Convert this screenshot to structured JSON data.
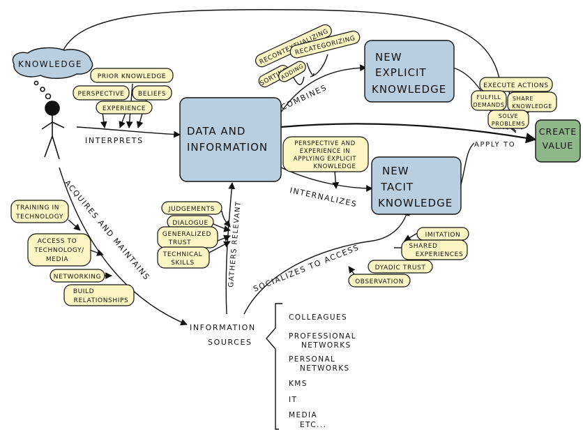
{
  "colors": {
    "blue_box": "#b9cfe0",
    "green_box": "#8fb88a",
    "yellow_tag": "#fdf6c4",
    "ink": "#111111"
  },
  "nodes": {
    "knowledge": "KNOWLEDGE",
    "data_info": [
      "DATA AND",
      "INFORMATION"
    ],
    "new_explicit": [
      "NEW",
      "EXPLICIT",
      "KNOWLEDGE"
    ],
    "new_tacit": [
      "NEW",
      "TACIT",
      "KNOWLEDGE"
    ],
    "create_value": [
      "CREATE",
      "VALUE"
    ],
    "info_sources": [
      "INFORMATION",
      "SOURCES"
    ]
  },
  "edges": {
    "interprets": "INTERPRETS",
    "combines": "COMBINES",
    "internalizes": "INTERNALIZES",
    "apply_to": "APPLY TO",
    "acquires": "ACQUIRES AND MAINTAINS",
    "gathers": "GATHERS RELEVANT",
    "socializes": "SOCIALIZES TO ACCESS"
  },
  "tags": {
    "prior_knowledge": "PRIOR KNOWLEDGE",
    "perspective": "PERSPECTIVE",
    "beliefs": "BELIEFS",
    "experience": "EXPERIENCE",
    "recontextualizing": "RECONTEXTUALIZING",
    "recategorizing": "RECATEGORIZING",
    "sorting": "SORTING",
    "adding": "ADDING",
    "execute_actions": "EXECUTE ACTIONS",
    "fulfill_demands": [
      "FULFILL",
      "DEMANDS"
    ],
    "share_knowledge": [
      "SHARE",
      "KNOWLEDGE"
    ],
    "solve_problems": [
      "SOLVE",
      "PROBLEMS"
    ],
    "perspective_experience": [
      "PERSPECTIVE AND",
      "EXPERIENCE IN",
      "APPLYING EXPLICIT",
      "KNOWLEDGE"
    ],
    "judgements": "JUDGEMENTS",
    "dialogue": "DIALOGUE",
    "generalized_trust": [
      "GENERALIZED",
      "TRUST"
    ],
    "technical_skills": [
      "TECHNICAL",
      "SKILLS"
    ],
    "training": [
      "TRAINING IN",
      "TECHNOLOGY"
    ],
    "access_tech": [
      "ACCESS TO",
      "TECHNOLOGY/",
      "MEDIA"
    ],
    "networking": "NETWORKING",
    "build_relationships": [
      "BUILD",
      "RELATIONSHIPS"
    ],
    "imitation": "IMITATION",
    "shared_experiences": [
      "SHARED",
      "EXPERIENCES"
    ],
    "dyadic_trust": "DYADIC TRUST",
    "observation": "OBSERVATION"
  },
  "sources_list": [
    "COLLEAGUES",
    "PROFESSIONAL",
    "NETWORKS",
    "PERSONAL",
    "NETWORKS",
    "KMS",
    "IT",
    "MEDIA",
    "ETC..."
  ]
}
